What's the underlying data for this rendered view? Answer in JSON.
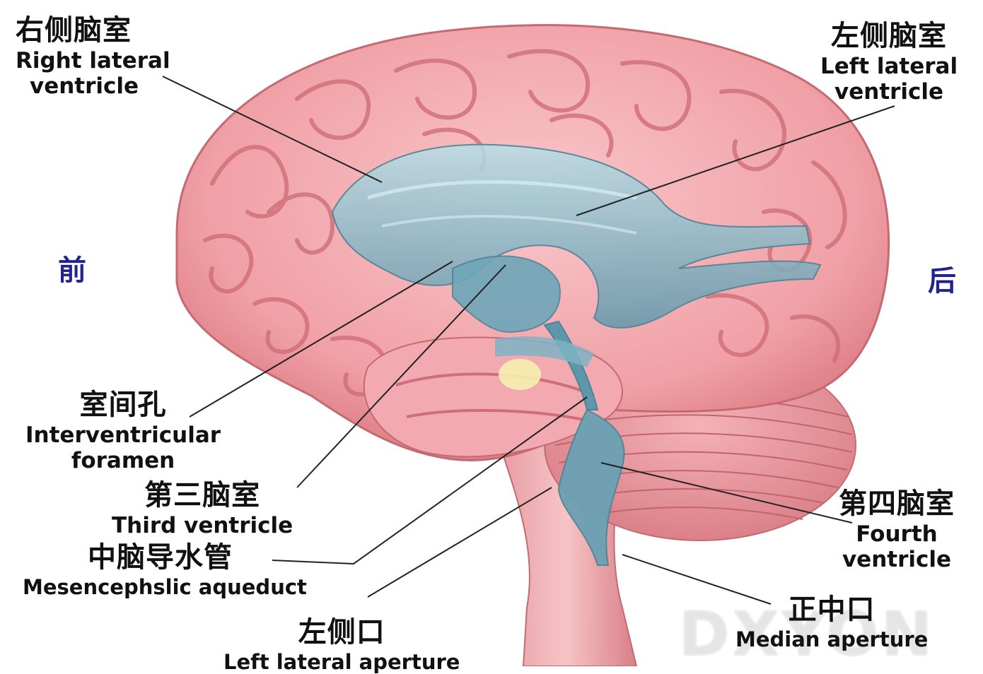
{
  "directions": {
    "front": "前",
    "back": "后"
  },
  "labels": {
    "right_lateral_ventricle": {
      "zh": "右侧脑室",
      "en1": "Right lateral",
      "en2": "ventricle"
    },
    "left_lateral_ventricle": {
      "zh": "左侧脑室",
      "en1": "Left lateral",
      "en2": "ventricle"
    },
    "interventricular_foramen": {
      "zh": "室间孔",
      "en1": "Interventricular",
      "en2": "foramen"
    },
    "third_ventricle": {
      "zh": "第三脑室",
      "en1": "Third ventricle"
    },
    "mesencephalic_aqueduct": {
      "zh": "中脑导水管",
      "en1": "Mesencephslic aqueduct"
    },
    "left_lateral_aperture": {
      "zh": "左侧口",
      "en1": "Left lateral aperture"
    },
    "fourth_ventricle": {
      "zh": "第四脑室",
      "en1": "Fourth",
      "en2": "ventricle"
    },
    "median_aperture": {
      "zh": "正中口",
      "en1": "Median aperture"
    }
  },
  "watermark": "DXYON",
  "colors": {
    "brain_fill": "#f2a3a8",
    "brain_fold": "#d97a82",
    "ventricle": "#7fb8c8",
    "cerebellum": "#e99aa2",
    "direction_text": "#23238e"
  }
}
